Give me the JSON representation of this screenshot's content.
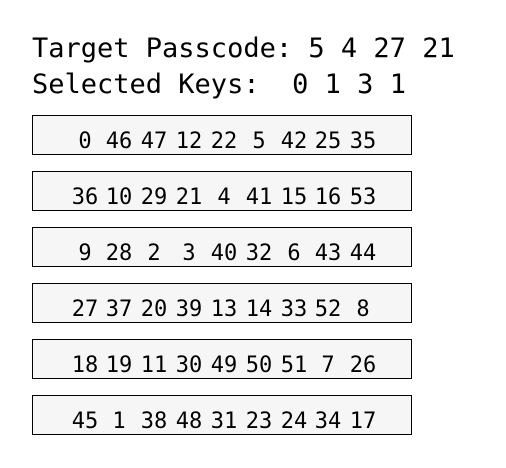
{
  "header": {
    "target_label": "Target Passcode:",
    "target_values": [
      "5",
      "4",
      "27",
      "21"
    ],
    "selected_label": "Selected Keys:",
    "selected_values": [
      "0",
      "1",
      "3",
      "1"
    ]
  },
  "keypad": {
    "rows": [
      [
        "0",
        "46",
        "47",
        "12",
        "22",
        "5",
        "42",
        "25",
        "35"
      ],
      [
        "36",
        "10",
        "29",
        "21",
        "4",
        "41",
        "15",
        "16",
        "53"
      ],
      [
        "9",
        "28",
        "2",
        "3",
        "40",
        "32",
        "6",
        "43",
        "44"
      ],
      [
        "27",
        "37",
        "20",
        "39",
        "13",
        "14",
        "33",
        "52",
        "8"
      ],
      [
        "18",
        "19",
        "11",
        "30",
        "49",
        "50",
        "51",
        "7",
        "26"
      ],
      [
        "45",
        "1",
        "38",
        "48",
        "31",
        "23",
        "24",
        "34",
        "17"
      ]
    ]
  },
  "colors": {
    "row_background": "#f6f6f6",
    "row_border": "#000000",
    "text": "#000000",
    "page_background": "#ffffff"
  }
}
